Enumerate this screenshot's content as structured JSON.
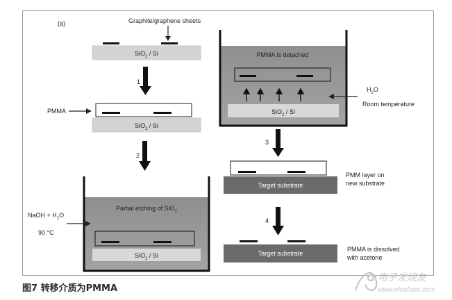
{
  "figure": {
    "panel_label": "(a)",
    "labels": {
      "graphite_sheets": "Graphite/graphene sheets",
      "pmma": "PMMA",
      "pmma_detached": "PMMA is detached",
      "water_pre": "H",
      "water_sub": "2",
      "water_post": "O",
      "room_temperature": "Room temperature",
      "partial_etching_pre": "Partial etching of SiO",
      "partial_etching_sub": "2",
      "naoh_pre": "NaOH + H",
      "naoh_sub": "2",
      "naoh_post": "O",
      "temperature": "90 °C",
      "pmm_layer_line1": "PMM layer on",
      "pmm_layer_line2": "new substrate",
      "dissolved_line1": "PMMA is dissolved",
      "dissolved_line2": "with acetone",
      "substrate_pre": "SiO",
      "substrate_sub": "2",
      "substrate_post": " / Si",
      "target_substrate": "Target substrate"
    },
    "steps": [
      "1",
      "2",
      "3",
      "4"
    ]
  },
  "caption": "图7 转移介质为PMMA",
  "watermark": {
    "cn_text": "电子发烧友",
    "url_text": "www.elecfans.com"
  }
}
